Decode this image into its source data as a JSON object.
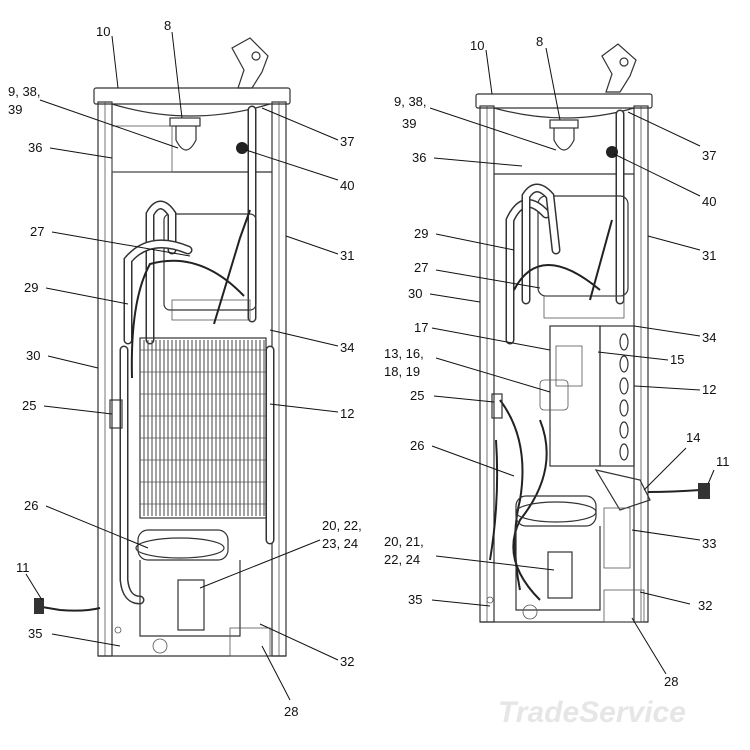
{
  "watermark": "TradeService",
  "left_view": {
    "callouts": [
      {
        "id": "l10",
        "text": "10"
      },
      {
        "id": "l8",
        "text": "8"
      },
      {
        "id": "l9",
        "text": "9, 38,"
      },
      {
        "id": "l9b",
        "text": "39"
      },
      {
        "id": "l36",
        "text": "36"
      },
      {
        "id": "l37",
        "text": "37"
      },
      {
        "id": "l40",
        "text": "40"
      },
      {
        "id": "l27",
        "text": "27"
      },
      {
        "id": "l31",
        "text": "31"
      },
      {
        "id": "l29",
        "text": "29"
      },
      {
        "id": "l34",
        "text": "34"
      },
      {
        "id": "l30",
        "text": "30"
      },
      {
        "id": "l25",
        "text": "25"
      },
      {
        "id": "l12",
        "text": "12"
      },
      {
        "id": "l26",
        "text": "26"
      },
      {
        "id": "l20",
        "text": "20, 22,"
      },
      {
        "id": "l20b",
        "text": "23, 24"
      },
      {
        "id": "l11",
        "text": "11"
      },
      {
        "id": "l35",
        "text": "35"
      },
      {
        "id": "l32",
        "text": "32"
      },
      {
        "id": "l28",
        "text": "28"
      }
    ]
  },
  "right_view": {
    "callouts": [
      {
        "id": "r10",
        "text": "10"
      },
      {
        "id": "r8",
        "text": "8"
      },
      {
        "id": "r9",
        "text": "9, 38,"
      },
      {
        "id": "r9b",
        "text": "39"
      },
      {
        "id": "r36",
        "text": "36"
      },
      {
        "id": "r37",
        "text": "37"
      },
      {
        "id": "r40",
        "text": "40"
      },
      {
        "id": "r29",
        "text": "29"
      },
      {
        "id": "r31",
        "text": "31"
      },
      {
        "id": "r27",
        "text": "27"
      },
      {
        "id": "r30",
        "text": "30"
      },
      {
        "id": "r34",
        "text": "34"
      },
      {
        "id": "r17",
        "text": "17"
      },
      {
        "id": "r13",
        "text": "13, 16,"
      },
      {
        "id": "r13b",
        "text": "18, 19"
      },
      {
        "id": "r15",
        "text": "15"
      },
      {
        "id": "r25",
        "text": "25"
      },
      {
        "id": "r12",
        "text": "12"
      },
      {
        "id": "r26",
        "text": "26"
      },
      {
        "id": "r14",
        "text": "14"
      },
      {
        "id": "r11",
        "text": "11"
      },
      {
        "id": "r33",
        "text": "33"
      },
      {
        "id": "r20",
        "text": "20, 21,"
      },
      {
        "id": "r20b",
        "text": "22, 24"
      },
      {
        "id": "r35",
        "text": "35"
      },
      {
        "id": "r32",
        "text": "32"
      },
      {
        "id": "r28",
        "text": "28"
      }
    ]
  }
}
